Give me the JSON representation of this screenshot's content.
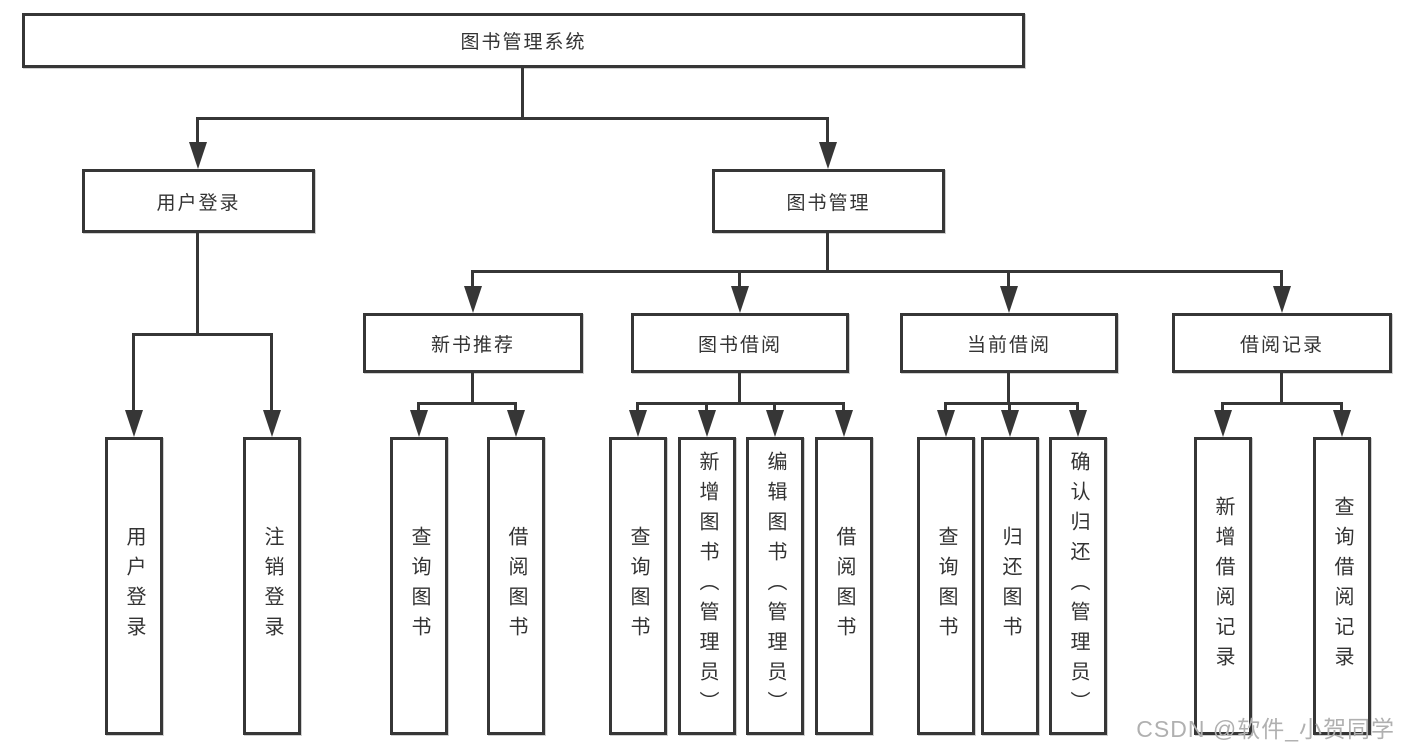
{
  "diagram": {
    "root": {
      "label": "图书管理系统"
    },
    "level2": [
      {
        "label": "用户登录"
      },
      {
        "label": "图书管理"
      }
    ],
    "level3": [
      {
        "label": "新书推荐"
      },
      {
        "label": "图书借阅"
      },
      {
        "label": "当前借阅"
      },
      {
        "label": "借阅记录"
      }
    ],
    "level4": {
      "user_login": [
        {
          "label": "用户登录"
        },
        {
          "label": "注销登录"
        }
      ],
      "new_book_recommend": [
        {
          "label": "查询图书"
        },
        {
          "label": "借阅图书"
        }
      ],
      "book_borrow": [
        {
          "label": "查询图书"
        },
        {
          "label": "新增图书（管理员）"
        },
        {
          "label": "编辑图书（管理员）"
        },
        {
          "label": "借阅图书"
        }
      ],
      "current_borrow": [
        {
          "label": "查询图书"
        },
        {
          "label": "归还图书"
        },
        {
          "label": "确认归还（管理员）"
        }
      ],
      "borrow_records": [
        {
          "label": "新增借阅记录"
        },
        {
          "label": "查询借阅记录"
        }
      ]
    }
  },
  "watermark": {
    "text": "CSDN @软件_小贺同学"
  },
  "colors": {
    "line": "#363636",
    "text": "#333333",
    "background": "#ffffff",
    "watermark": "#b0b0b0"
  }
}
